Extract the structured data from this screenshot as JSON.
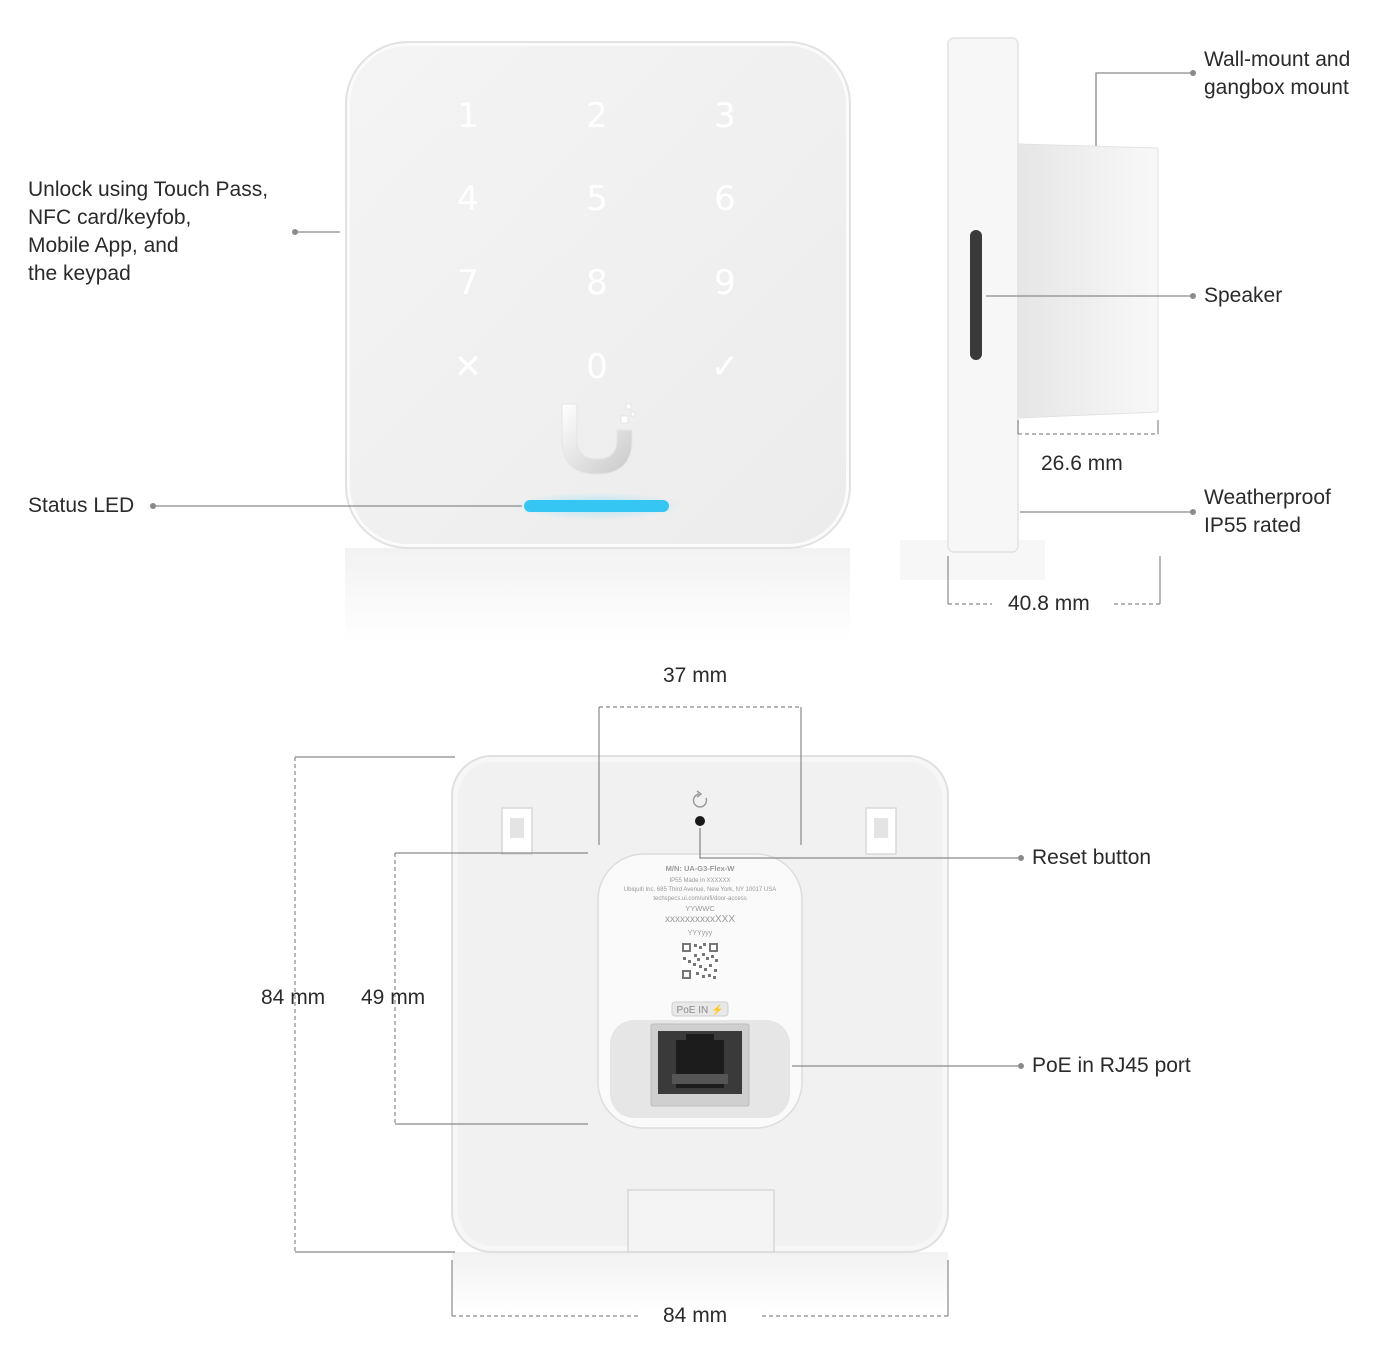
{
  "front": {
    "keys": [
      "1",
      "2",
      "3",
      "4",
      "5",
      "6",
      "7",
      "8",
      "9",
      "✕",
      "0",
      "✓"
    ],
    "led_color": "#35c6f4"
  },
  "callouts": {
    "unlock": [
      "Unlock using Touch Pass,",
      "NFC card/keyfob,",
      "Mobile App, and",
      "the keypad"
    ],
    "status_led": "Status LED",
    "wall_mount": [
      "Wall-mount and",
      "gangbox mount"
    ],
    "speaker": "Speaker",
    "weatherproof": [
      "Weatherproof",
      "IP55 rated"
    ],
    "reset": "Reset button",
    "poe_port": "PoE in RJ45 port"
  },
  "dimensions": {
    "depth_mount": "26.6 mm",
    "depth_total": "40.8 mm",
    "mount_width": "37 mm",
    "height": "84 mm",
    "mount_height": "49 mm",
    "width": "84 mm"
  },
  "back_label": {
    "model": "M/N: UA-G3-Flex-W",
    "rating": "IP55     Made in XXXXXX",
    "address": "Ubiquiti Inc. 685 Third Avenue, New York, NY 10017 USA",
    "url": "techspecs.ui.com/unifi/door-access",
    "date": "YYWWC",
    "serial": "xxxxxxxxxxXXX",
    "code": "YYYyyy",
    "poe_tag": "PoE IN ⚡"
  }
}
